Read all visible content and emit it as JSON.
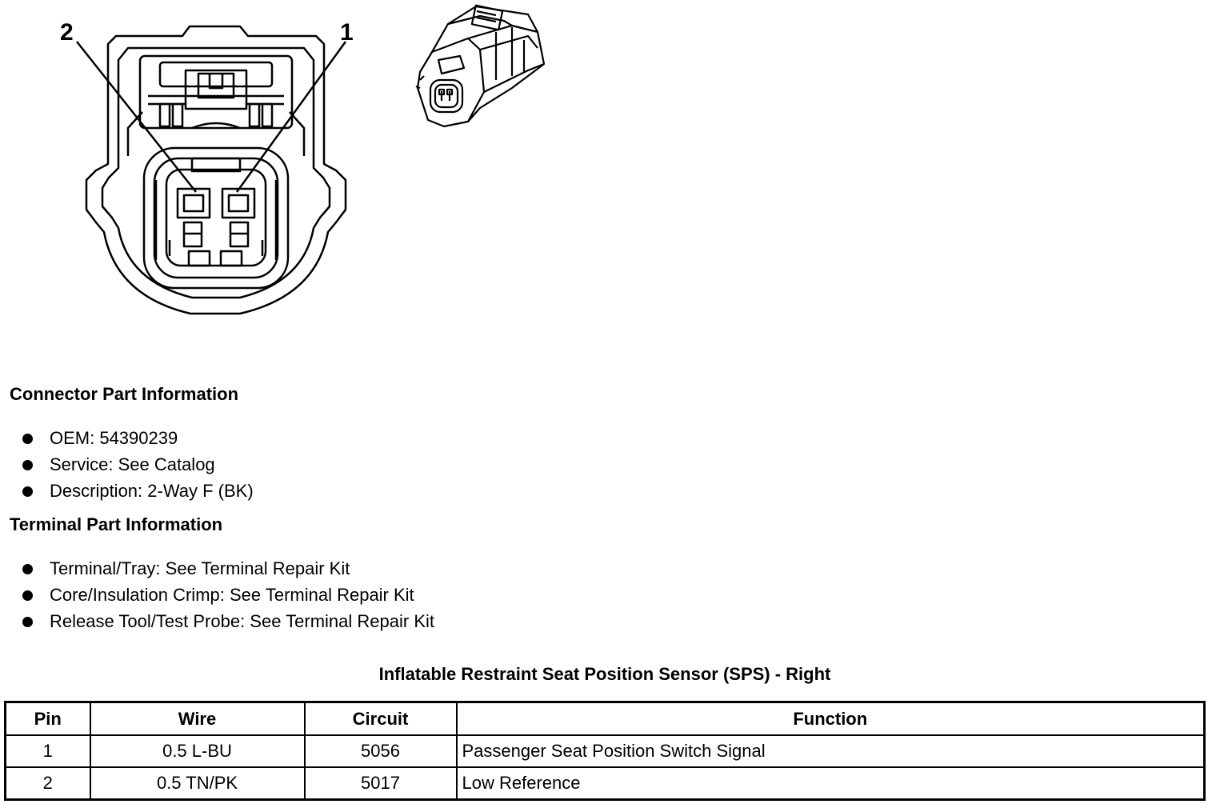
{
  "diagram": {
    "pin_labels": [
      "2",
      "1"
    ]
  },
  "connector_section": {
    "title": "Connector Part Information",
    "items": [
      "OEM: 54390239",
      "Service: See Catalog",
      "Description: 2-Way F (BK)"
    ]
  },
  "terminal_section": {
    "title": "Terminal Part Information",
    "items": [
      "Terminal/Tray: See Terminal Repair Kit",
      "Core/Insulation Crimp: See Terminal Repair Kit",
      "Release Tool/Test Probe: See Terminal Repair Kit"
    ]
  },
  "table": {
    "title": "Inflatable Restraint Seat Position Sensor (SPS) - Right",
    "headers": [
      "Pin",
      "Wire",
      "Circuit",
      "Function"
    ],
    "rows": [
      [
        "1",
        "0.5 L-BU",
        "5056",
        "Passenger Seat Position Switch Signal"
      ],
      [
        "2",
        "0.5 TN/PK",
        "5017",
        "Low Reference"
      ]
    ]
  }
}
